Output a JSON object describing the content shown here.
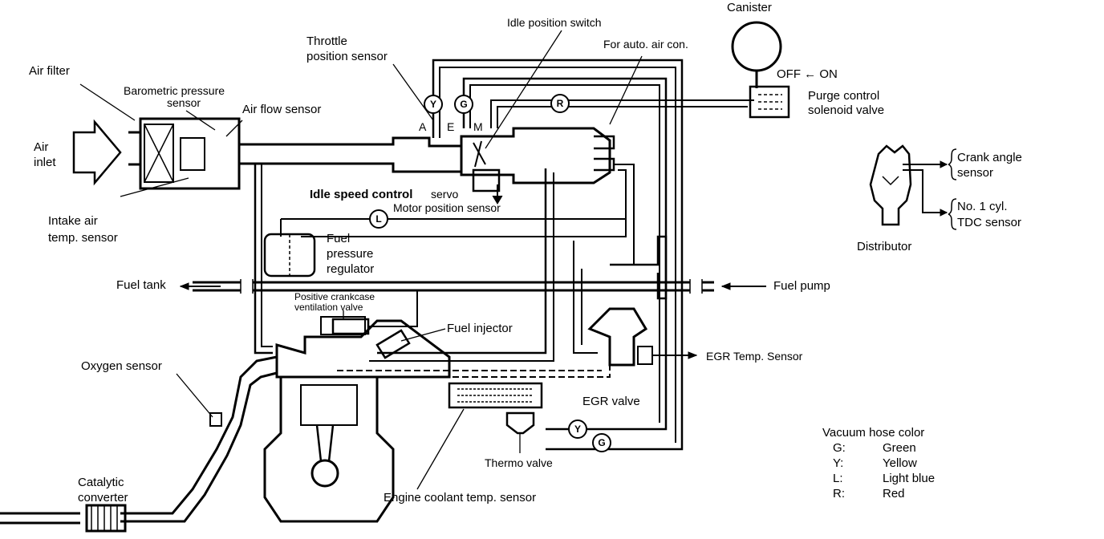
{
  "labels": {
    "canister": "Canister",
    "idle_position_switch": "Idle position switch",
    "throttle_position_sensor_1": "Throttle",
    "throttle_position_sensor_2": "position sensor",
    "for_auto_air_con": "For auto. air con.",
    "off_on": "OFF ← ON",
    "purge_control_1": "Purge control",
    "purge_control_2": "solenoid valve",
    "air_filter": "Air filter",
    "barometric_1": "Barometric pressure",
    "barometric_2": "sensor",
    "air_flow_sensor": "Air flow sensor",
    "air_inlet_1": "Air",
    "air_inlet_2": "inlet",
    "idle_speed_control_servo_1": "Idle speed control",
    "idle_speed_control_servo_2": "servo",
    "motor_position_sensor": "Motor position sensor",
    "intake_air_temp_1": "Intake air",
    "intake_air_temp_2": "temp. sensor",
    "fuel_pressure_regulator_1": "Fuel",
    "fuel_pressure_regulator_2": "pressure",
    "fuel_pressure_regulator_3": "regulator",
    "fuel_tank": "Fuel tank",
    "fuel_pump": "Fuel pump",
    "pcv_1": "Positive crankcase",
    "pcv_2": "ventilation valve",
    "fuel_injector": "Fuel injector",
    "egr_temp_sensor": "EGR Temp. Sensor",
    "egr_valve": "EGR valve",
    "oxygen_sensor": "Oxygen sensor",
    "thermo_valve": "Thermo valve",
    "engine_coolant_temp_sensor": "Engine coolant temp. sensor",
    "catalytic_converter_1": "Catalytic",
    "catalytic_converter_2": "converter",
    "crank_angle_sensor_1": "Crank angle",
    "crank_angle_sensor_2": "sensor",
    "tdc_sensor_1": "No. 1 cyl.",
    "tdc_sensor_2": "TDC sensor",
    "distributor": "Distributor",
    "port_a": "A",
    "port_e": "E",
    "port_m": "M"
  },
  "hose_markers": {
    "y_top": "Y",
    "g_top": "G",
    "r_top": "R",
    "l_mid": "L",
    "y_bottom": "Y",
    "g_bottom": "G"
  },
  "legend": {
    "title": "Vacuum hose color",
    "items": [
      {
        "code": "G:",
        "color": "Green"
      },
      {
        "code": "Y:",
        "color": "Yellow"
      },
      {
        "code": "L:",
        "color": "Light blue"
      },
      {
        "code": "R:",
        "color": "Red"
      }
    ]
  }
}
